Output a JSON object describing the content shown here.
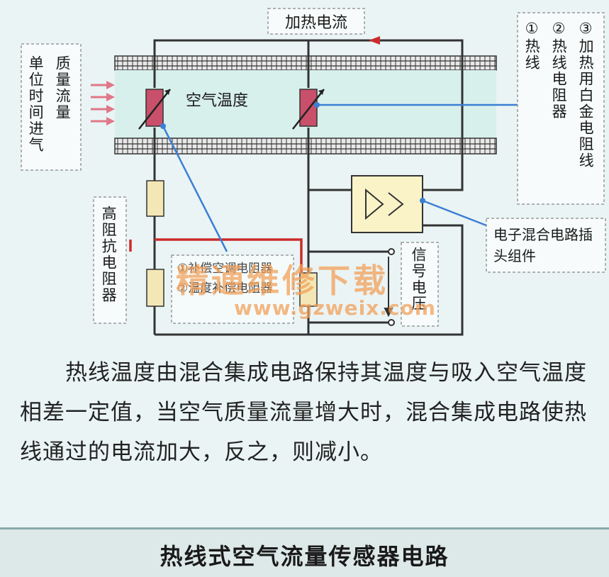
{
  "heating_current_label": "加热电流",
  "air_temp_label": "空气温度",
  "intake_label": "单位时间进气",
  "mass_flow_label": "质量流量",
  "hot_wire_labels": [
    "①热线",
    "②热线电阻器",
    "③加热用白金电阻线"
  ],
  "high_impedance_label": "高阻抗电阻器",
  "compensation_labels": [
    "①补偿空调电阻器",
    "②温度补偿电阻器"
  ],
  "circuit_module_label": "电子混合电路插头组件",
  "signal_voltage_label": "信号电压",
  "watermark_cn": "精通维修下载",
  "watermark_url": "www.gzweix.com",
  "paragraph": "热线温度由混合集成电路保持其温度与吸入空气温度相差一定值，当空气质量流量增大时，混合集成电路使热线通过的电流加大，反之，则减小。",
  "caption": "热线式空气流量传感器电路",
  "colors": {
    "wire": "#333333",
    "red_wire": "#cc2b2b",
    "blue_line": "#3b7fd4",
    "pipe_fill": "#d8f0ec",
    "resistor": "#c9506a",
    "module": "#fbf3c8"
  }
}
